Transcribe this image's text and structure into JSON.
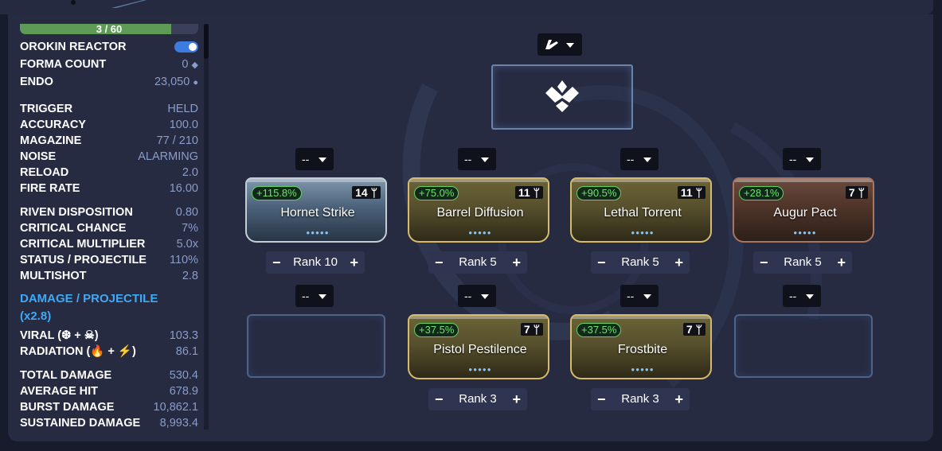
{
  "capacity": {
    "text": "3 / 60",
    "used": 3,
    "max": 60
  },
  "config": [
    {
      "label": "OROKIN REACTOR",
      "type": "toggle",
      "enabled": true
    },
    {
      "label": "FORMA COUNT",
      "value": "0"
    },
    {
      "label": "ENDO",
      "value": "23,050"
    }
  ],
  "weapon_stats": [
    {
      "label": "TRIGGER",
      "value": "HELD"
    },
    {
      "label": "ACCURACY",
      "value": "100.0"
    },
    {
      "label": "MAGAZINE",
      "value": "77 / 210"
    },
    {
      "label": "NOISE",
      "value": "ALARMING"
    },
    {
      "label": "RELOAD",
      "value": "2.0"
    },
    {
      "label": "FIRE RATE",
      "value": "16.00"
    }
  ],
  "riven_stats": [
    {
      "label": "RIVEN DISPOSITION",
      "value": "0.80"
    },
    {
      "label": "CRITICAL CHANCE",
      "value": "7%"
    },
    {
      "label": "CRITICAL MULTIPLIER",
      "value": "5.0x"
    },
    {
      "label": "STATUS / PROJECTILE",
      "value": "110%"
    },
    {
      "label": "MULTISHOT",
      "value": "2.8"
    }
  ],
  "damage_section": {
    "title": "DAMAGE / PROJECTILE",
    "subtitle": "(x2.8)",
    "types": [
      {
        "label": "VIRAL (❆ + ☠)",
        "value": "103.3",
        "icon": "viral-icon"
      },
      {
        "label": "RADIATION (🔥 + ⚡)",
        "value": "86.1",
        "icon": "radiation-icon"
      }
    ]
  },
  "summary_stats": [
    {
      "label": "TOTAL DAMAGE",
      "value": "530.4"
    },
    {
      "label": "AVERAGE HIT",
      "value": "678.9"
    },
    {
      "label": "BURST DAMAGE",
      "value": "10,862.1"
    },
    {
      "label": "SUSTAINED DAMAGE",
      "value": "8,993.4"
    }
  ],
  "polarity_placeholder": "--",
  "mods_row1": [
    {
      "name": "Hornet Strike",
      "bonus": "+115.8%",
      "drain": "14",
      "rank": "Rank 10",
      "rarity": "silver"
    },
    {
      "name": "Barrel Diffusion",
      "bonus": "+75.0%",
      "drain": "11",
      "rank": "Rank 5",
      "rarity": "gold"
    },
    {
      "name": "Lethal Torrent",
      "bonus": "+90.5%",
      "drain": "11",
      "rank": "Rank 5",
      "rarity": "gold"
    },
    {
      "name": "Augur Pact",
      "bonus": "+28.1%",
      "drain": "7",
      "rank": "Rank 5",
      "rarity": "bronze"
    }
  ],
  "mods_row2": [
    {
      "name": "Pistol Pestilence",
      "bonus": "+37.5%",
      "drain": "7",
      "rank": "Rank 3",
      "rarity": "gold"
    },
    {
      "name": "Frostbite",
      "bonus": "+37.5%",
      "drain": "7",
      "rank": "Rank 3",
      "rarity": "gold"
    }
  ],
  "colors": {
    "accent": "#3fa9f5",
    "capacity_bar": "#5d9b56",
    "value_text": "#8a9cc9",
    "bonus_green": "#6fe36f"
  }
}
